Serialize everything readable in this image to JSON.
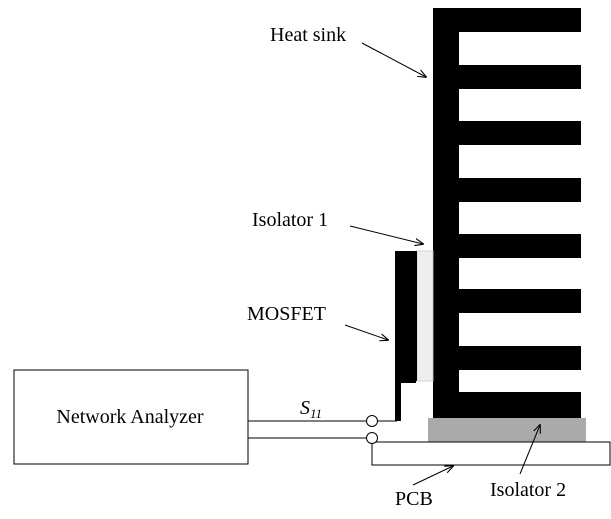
{
  "labels": {
    "heat_sink": "Heat sink",
    "isolator_1": "Isolator 1",
    "mosfet": "MOSFET",
    "network_analyzer": "Network Analyzer",
    "s11_symbol": "S",
    "s11_subscript": "11",
    "pcb": "PCB",
    "isolator_2": "Isolator 2"
  },
  "colors": {
    "heat_sink": "#000000",
    "mosfet": "#000000",
    "isolator_1": "#eeeeee",
    "isolator_2": "#aaaaaa",
    "lines": "#000000",
    "background": "#ffffff"
  }
}
